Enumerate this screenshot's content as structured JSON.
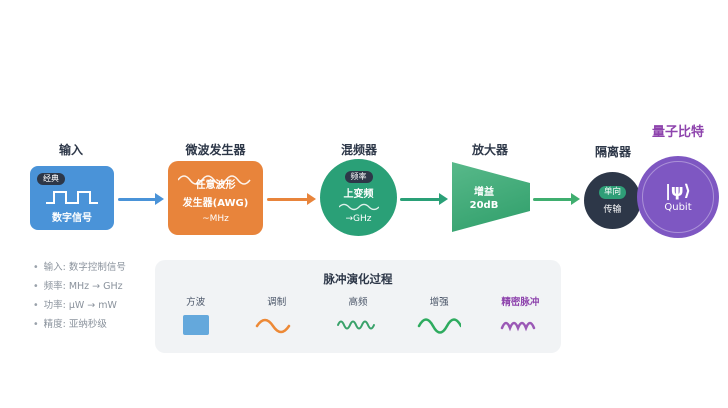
{
  "stages": {
    "input": {
      "title": "输入",
      "badge": "经典",
      "label": "数字信号"
    },
    "generator": {
      "title": "微波发生器",
      "line1": "任意波形",
      "line2": "发生器(AWG)",
      "line3": "~MHz"
    },
    "mixer": {
      "title": "混频器",
      "badge": "频率",
      "line1": "上变频",
      "line2": "→GHz"
    },
    "amplifier": {
      "title": "放大器",
      "line1": "增益",
      "line2": "20dB"
    },
    "isolator": {
      "title": "隔离器",
      "line1": "单向",
      "line2": "传输"
    },
    "qubit": {
      "title": "量子比特",
      "symbol": "|ψ⟩",
      "label": "Qubit"
    }
  },
  "specs": [
    "输入: 数字控制信号",
    "频率: MHz → GHz",
    "功率: μW → mW",
    "精度: 亚纳秒级"
  ],
  "pulse_panel": {
    "title": "脉冲演化过程",
    "items": [
      {
        "label": "方波",
        "icon": "square-wave-icon"
      },
      {
        "label": "调制",
        "icon": "modulated-wave-icon"
      },
      {
        "label": "高频",
        "icon": "high-frequency-wave-icon"
      },
      {
        "label": "增强",
        "icon": "amplified-wave-icon"
      },
      {
        "label": "精密脉冲",
        "icon": "precision-pulse-wave-icon"
      }
    ]
  },
  "colors": {
    "input_blue": "#4a93d8",
    "generator_orange": "#e8843b",
    "mixer_green": "#2aa077",
    "amplifier_green": "#3fae6f",
    "isolator_dark": "#2d3748",
    "qubit_purple": "#7e57c2",
    "qubit_title_purple": "#8e44ad",
    "square_swatch_blue": "#64a8dc",
    "precision_purple": "#9b59b6"
  }
}
